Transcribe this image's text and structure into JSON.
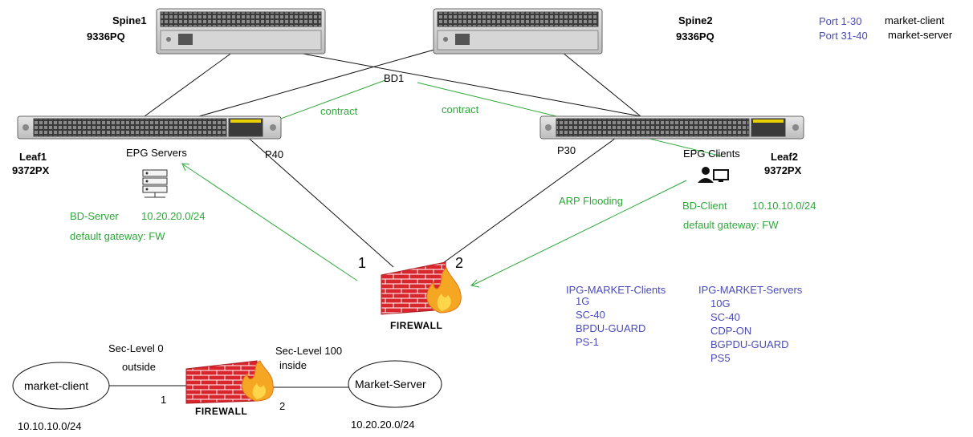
{
  "devices": {
    "spine1": {
      "name": "Spine1",
      "model": "9336PQ"
    },
    "spine2": {
      "name": "Spine2",
      "model": "9336PQ"
    },
    "leaf1": {
      "name": "Leaf1",
      "model": "9372PX"
    },
    "leaf2": {
      "name": "Leaf2",
      "model": "9372PX"
    }
  },
  "ports_legend": [
    {
      "range": "Port 1-30",
      "role": "market-client"
    },
    {
      "range": "Port 31-40",
      "role": "market-server"
    }
  ],
  "fabric": {
    "bd": "BD1",
    "contract_left": "contract",
    "contract_right": "contract",
    "port_leaf1": "P40",
    "port_leaf2": "P30",
    "arp": "ARP Flooding"
  },
  "epg_servers": {
    "label": "EPG Servers",
    "bd": "BD-Server",
    "subnet": "10.20.20.0/24",
    "gateway": "default gateway: FW"
  },
  "epg_clients": {
    "label": "EPG Clients",
    "bd": "BD-Client",
    "subnet": "10.10.10.0/24",
    "gateway": "default gateway: FW"
  },
  "firewall_main": {
    "label": "FIREWALL",
    "if1": "1",
    "if2": "2"
  },
  "ipg_clients": {
    "title": "IPG-MARKET-Clients",
    "items": [
      "1G",
      "SC-40",
      "BPDU-GUARD",
      "PS-1"
    ]
  },
  "ipg_servers": {
    "title": "IPG-MARKET-Servers",
    "items": [
      "10G",
      "SC-40",
      "CDP-ON",
      "BGPDU-GUARD",
      "PS5"
    ]
  },
  "bottom": {
    "client": "market-client",
    "client_subnet": "10.10.10.0/24",
    "server": "Market-Server",
    "server_subnet": "10.20.20.0/24",
    "sec_outside_level": "Sec-Level 0",
    "sec_outside_name": "outside",
    "sec_inside_level": "Sec-Level 100",
    "sec_inside_name": "inside",
    "if1": "1",
    "if2": "2",
    "fw_label": "FIREWALL"
  },
  "colors": {
    "green": "#2ea83a",
    "blue": "#4a4ab8",
    "brick": "#d8262c",
    "flame": "#f5a623"
  }
}
